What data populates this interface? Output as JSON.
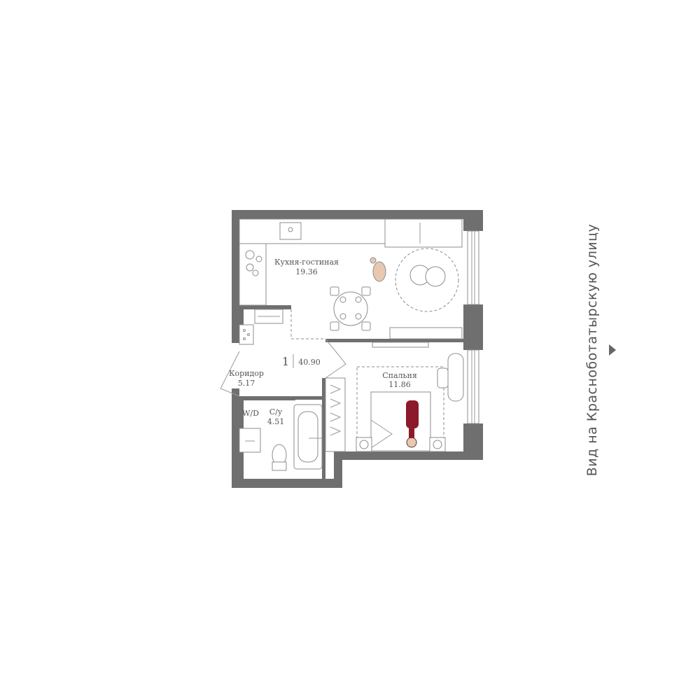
{
  "rooms": {
    "kitchen": {
      "name": "Кухня-гостиная",
      "area": "19.36"
    },
    "corridor": {
      "name": "Коридор",
      "area": "5.17"
    },
    "wd": {
      "name": "W/D"
    },
    "bathroom": {
      "name": "С/у",
      "area": "4.51"
    },
    "bedroom": {
      "name": "Спальня",
      "area": "11.86"
    }
  },
  "summary": {
    "rooms_count": "1",
    "total_area": "40.90"
  },
  "orientation": {
    "caption": "Вид на Красноботатырскую улицу",
    "icon": "triangle-right-icon"
  },
  "colors": {
    "wall": "#6f6f6f",
    "line": "#9a9a9a",
    "accent": "#8b1a2b",
    "skin": "#e8c8b0"
  }
}
